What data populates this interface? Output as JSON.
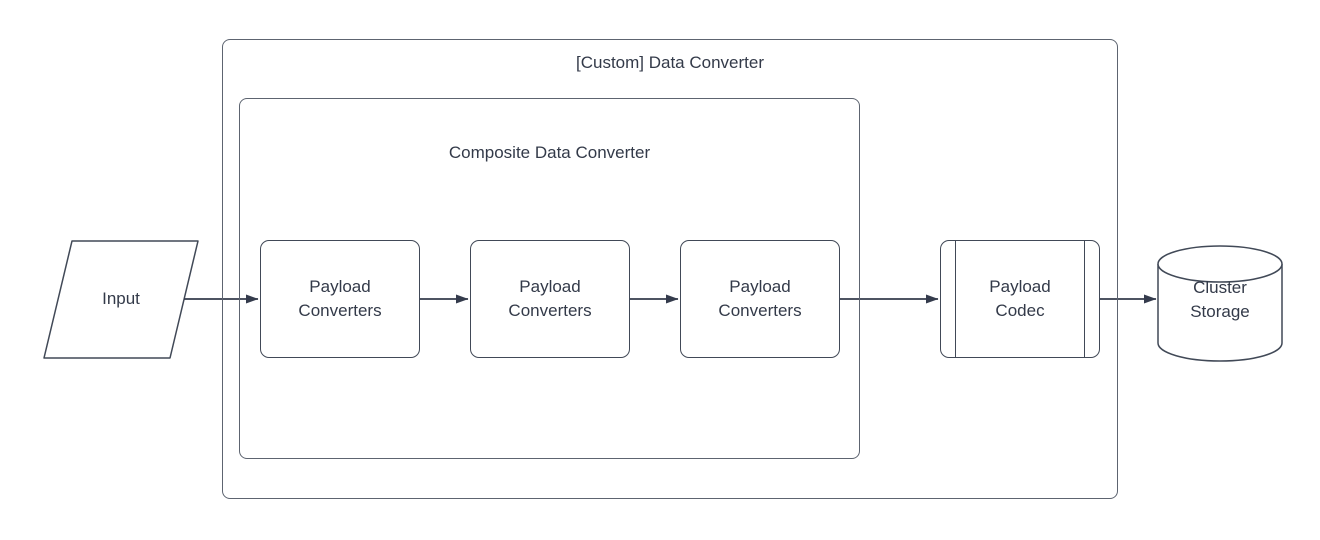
{
  "diagram": {
    "outer_container": {
      "title": "[Custom] Data Converter"
    },
    "inner_container": {
      "title": "Composite Data Converter"
    },
    "input": {
      "label": "Input"
    },
    "payload_converters": [
      {
        "label": "Payload Converters"
      },
      {
        "label": "Payload Converters"
      },
      {
        "label": "Payload Converters"
      }
    ],
    "payload_codec": {
      "label": "Payload Codec"
    },
    "cluster_storage": {
      "label": "Cluster Storage"
    },
    "colors": {
      "background": "#ffffff",
      "container_stroke": "#5d6470",
      "shape_stroke": "#414957",
      "arrow": "#343b4c",
      "text": "#333a49"
    }
  }
}
